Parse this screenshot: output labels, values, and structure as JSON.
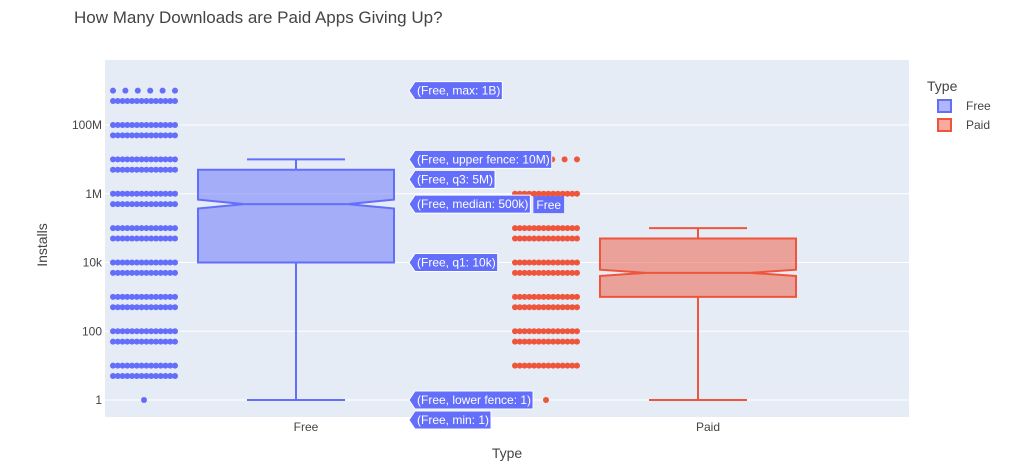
{
  "chart_data": {
    "type": "box",
    "title": "How Many Downloads are Paid Apps Giving Up?",
    "xlabel": "Type",
    "ylabel": "Installs",
    "y_scale": "log",
    "ylim": [
      0.6,
      3000000000
    ],
    "y_ticks": [
      {
        "value": 1,
        "label": "1"
      },
      {
        "value": 100,
        "label": "100"
      },
      {
        "value": 10000,
        "label": "10k"
      },
      {
        "value": 1000000,
        "label": "1M"
      },
      {
        "value": 100000000,
        "label": "100M"
      }
    ],
    "categories": [
      "Free",
      "Paid"
    ],
    "legend": {
      "title": "Type",
      "position": "right"
    },
    "grid": true,
    "series": [
      {
        "name": "Free",
        "color": "#636efa",
        "fill": "rgba(99,110,250,0.5)",
        "min": 1,
        "lower_fence": 1,
        "q1": 10000,
        "median": 500000,
        "q3": 5000000,
        "upper_fence": 10000000,
        "max": 1000000000,
        "notched": true,
        "points": [
          1,
          5,
          10,
          50,
          100,
          500,
          1000,
          5000,
          10000,
          50000,
          100000,
          500000,
          1000000,
          5000000,
          10000000,
          50000000,
          100000000,
          500000000,
          1000000000
        ]
      },
      {
        "name": "Paid",
        "color": "#ef553b",
        "fill": "rgba(239,85,59,0.5)",
        "min": 1,
        "lower_fence": 1,
        "q1": 1000,
        "median": 5000,
        "q3": 50000,
        "upper_fence": 100000,
        "max": 10000000,
        "notched": true,
        "points": [
          1,
          10,
          50,
          100,
          500,
          1000,
          5000,
          10000,
          50000,
          100000,
          1000000,
          10000000
        ]
      }
    ],
    "hover_labels": [
      {
        "text": "(Free, max: 1B)",
        "value": 1000000000
      },
      {
        "text": "(Free, upper fence: 10M)",
        "value": 10000000
      },
      {
        "text": "(Free, q3: 5M)",
        "value": 5000000
      },
      {
        "text": "(Free, median: 500k)",
        "value": 500000
      },
      {
        "text": "(Free, q1: 10k)",
        "value": 10000
      },
      {
        "text": "(Free, lower fence: 1)",
        "value": 1
      },
      {
        "text": "(Free, min: 1)",
        "value": 1
      }
    ],
    "hover_trace_name": "Free"
  }
}
